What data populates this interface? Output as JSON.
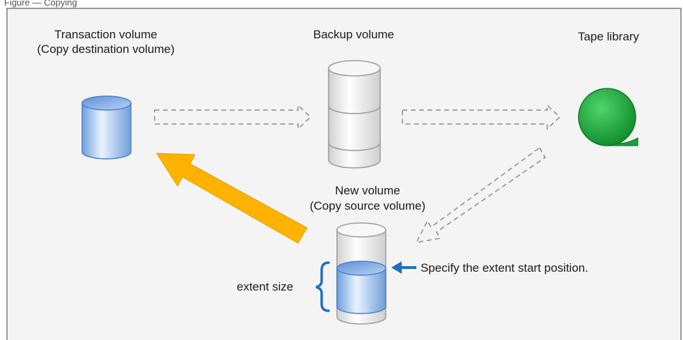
{
  "caption_fragment": "Figure — Copying",
  "labels": {
    "transaction_line1": "Transaction volume",
    "transaction_line2": "(Copy destination volume)",
    "backup": "Backup volume",
    "tape": "Tape library",
    "new_line1": "New volume",
    "new_line2": "(Copy source volume)",
    "extent_size": "extent size",
    "extent_start": "Specify the extent start position."
  },
  "colors": {
    "panel_background": "#f4f4f4",
    "border": "#7a7a7a",
    "restore_arrow": "#ffb300",
    "tape_green": "#1aa63a",
    "pointer_blue": "#1f6fc0",
    "brace_blue": "#1f6fc0",
    "volume_blue": "#a9c8ee"
  },
  "icons": {
    "transaction": "blue-cylinder-icon",
    "backup": "white-cylinder-icon",
    "tape": "green-tape-reel-icon",
    "new": "cylinder-with-extent-icon"
  }
}
